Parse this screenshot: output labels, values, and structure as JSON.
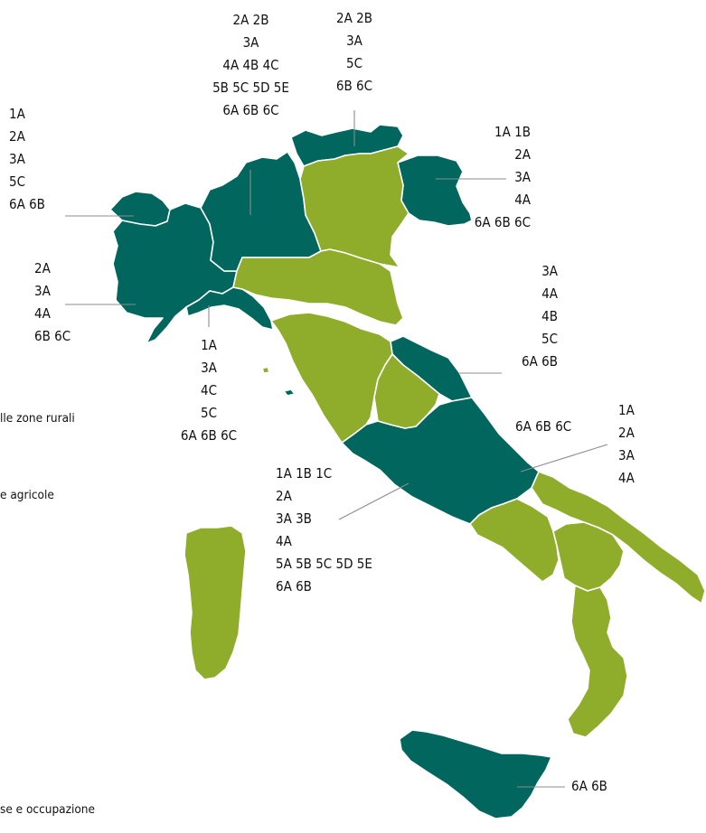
{
  "colors": {
    "region_dark": "#00665e",
    "region_light": "#8fac2b",
    "border": "#ffffff",
    "leader": "#8c8c8c"
  },
  "side_texts": [
    "lle zone rurali",
    "e agricole",
    "se e occupazione"
  ],
  "labels": [
    {
      "id": "valle-aosta",
      "lines": [
        "1A",
        "2A",
        "3A",
        "5C",
        "6A 6B"
      ]
    },
    {
      "id": "piemonte",
      "lines": [
        "2A",
        "3A",
        "4A",
        "6B 6C"
      ]
    },
    {
      "id": "lombardia",
      "lines": [
        "2A 2B",
        "3A",
        "4A 4B  4C",
        "5B 5C 5D 5E",
        "6A 6B 6C"
      ]
    },
    {
      "id": "bolzano",
      "lines": [
        "2A 2B",
        "3A",
        "5C",
        "6B 6C"
      ]
    },
    {
      "id": "friuli",
      "lines": [
        "1A 1B",
        "2A",
        "3A",
        "4A",
        "6A 6B 6C"
      ]
    },
    {
      "id": "liguria",
      "lines": [
        "1A",
        "3A",
        "4C",
        "5C",
        "6A 6B 6C"
      ]
    },
    {
      "id": "marche",
      "lines": [
        "3A",
        "4A",
        "4B",
        "5C",
        "6A  6B"
      ]
    },
    {
      "id": "molise",
      "lines": [
        "6A 6B 6C"
      ]
    },
    {
      "id": "molise-right",
      "lines": [
        "1A",
        "2A",
        "3A",
        "4A"
      ]
    },
    {
      "id": "lazio",
      "lines": [
        "1A 1B  1C",
        "2A",
        "3A 3B",
        "4A",
        "5A 5B 5C 5D 5E",
        "6A 6B"
      ]
    },
    {
      "id": "sicilia",
      "lines": [
        "6A 6B"
      ]
    }
  ]
}
